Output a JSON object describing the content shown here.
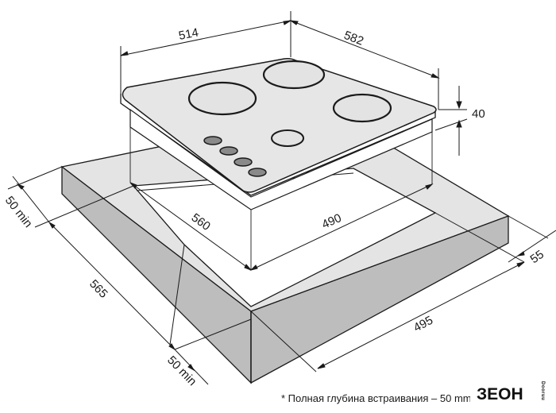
{
  "dimensions": {
    "width_top": "514",
    "depth_top": "582",
    "height": "40",
    "cutout_depth": "560",
    "cutout_width": "490",
    "clearance_left": "50 min",
    "clearance_right": "55",
    "counter_depth": "565",
    "counter_width": "495",
    "clearance_front": "50 min"
  },
  "footnote": "* Полная глубина встраивания – 50 mm",
  "logo": {
    "main": "ЗЕОН",
    "sub": "Dooruu"
  },
  "colors": {
    "panel_top": "#e4e4e4",
    "panel_side": "#bdbdbd",
    "hob_glass": "#e6e6e6",
    "burner": "#e3e3e3",
    "knob": "#8a8a8a",
    "line": "#1a1a1a"
  }
}
